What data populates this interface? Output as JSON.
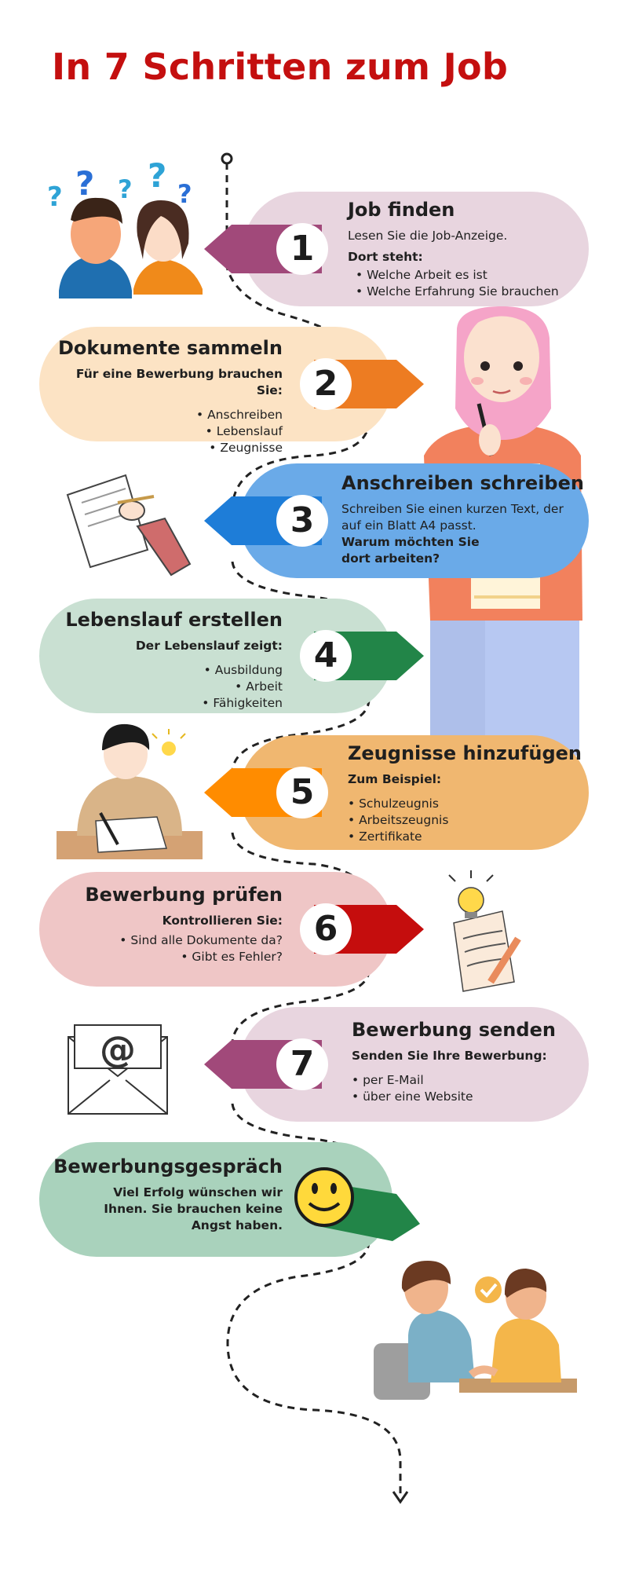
{
  "title": "In 7 Schritten zum Job",
  "colors": {
    "title": "#c40f0f",
    "step1": "#e8d5df",
    "step1_accent": "#a1497a",
    "step2": "#fce3c4",
    "step2_accent": "#ed7c22",
    "step3": "#6aaae8",
    "step3_accent": "#1e7dd8",
    "step4": "#c9e0d2",
    "step4_accent": "#228548",
    "step5": "#f0b770",
    "step5_accent": "#ff8c00",
    "step6": "#efc6c6",
    "step6_accent": "#c50d0d",
    "step7": "#e8d5df",
    "step7_accent": "#a1497a",
    "final": "#a9d2bc",
    "final_accent": "#228548"
  },
  "steps": [
    {
      "number": "1",
      "title": "Job finden",
      "intro": "Lesen Sie die Job-Anzeige.",
      "subtitle": "Dort steht:",
      "items": [
        "Welche Arbeit es ist",
        "Welche Erfahrung Sie brauchen"
      ]
    },
    {
      "number": "2",
      "title": "Dokumente sammeln",
      "subtitle": "Für eine Bewerbung brauchen Sie:",
      "items": [
        "Anschreiben",
        "Lebenslauf",
        "Zeugnisse"
      ]
    },
    {
      "number": "3",
      "title": "Anschreiben schreiben",
      "intro": "Schreiben Sie einen kurzen Text, der auf ein Blatt A4 passt.",
      "subtitle": "Warum möchten Sie dort arbeiten?"
    },
    {
      "number": "4",
      "title": "Lebenslauf erstellen",
      "subtitle": "Der Lebenslauf zeigt:",
      "items": [
        "Ausbildung",
        "Arbeit",
        "Fähigkeiten"
      ]
    },
    {
      "number": "5",
      "title": "Zeugnisse hinzufügen",
      "subtitle": "Zum Beispiel:",
      "items": [
        "Schulzeugnis",
        "Arbeitszeugnis",
        "Zertifikate"
      ]
    },
    {
      "number": "6",
      "title": "Bewerbung prüfen",
      "subtitle": "Kontrollieren Sie:",
      "items": [
        "Sind alle Dokumente da?",
        "Gibt es Fehler?"
      ]
    },
    {
      "number": "7",
      "title": "Bewerbung senden",
      "subtitle": "Senden Sie Ihre Bewerbung:",
      "items": [
        "per E-Mail",
        "über eine Website"
      ]
    }
  ],
  "final": {
    "title": "Bewerbungsgespräch",
    "text": "Viel Erfolg wünschen wir Ihnen. Sie brauchen keine Angst haben."
  },
  "icons": {
    "step1": "confused-people-icon",
    "step3": "writing-hand-icon",
    "step5": "student-writing-icon",
    "step6": "lightbulb-notes-icon",
    "step7": "email-envelope-icon",
    "final": "smiley-face-icon",
    "interview": "job-interview-handshake-icon",
    "woman": "thinking-woman-icon"
  }
}
